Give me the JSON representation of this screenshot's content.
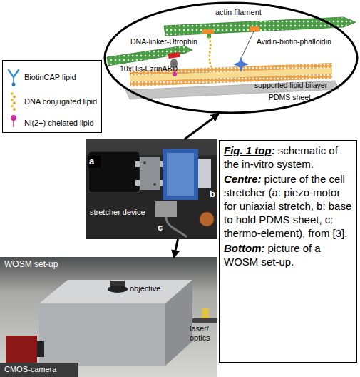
{
  "diagram": {
    "nodes": [
      {
        "text": [
          "actin filament",
          "DNA-linker-Utrophin",
          "Avidin-biotin-phalloidin",
          "10xHis-EzrinABD",
          "supported lipid bilayer",
          "PDMS sheet"
        ]
      },
      {
        "text": [
          "Fig. 1 top",
          ":",
          "schematic of the in-vitro system.",
          "Centre:",
          "picture of the cell stretcher (a: piezo-motor for uniaxial stretch, b: base to hold PDMS sheet, c: thermo-element), from [3].",
          "Bottom:",
          "picture of a WOSM set-up."
        ]
      },
      {
        "text": [
          "a",
          "b",
          "c",
          "stretcher device"
        ]
      },
      {
        "text": [
          "WOSM set-up",
          "objective",
          "laser/ optics",
          "CMOS-camera"
        ]
      }
    ],
    "edges": [
      {
        "from": 2,
        "to": 0,
        "arrow": "to"
      },
      {
        "from": 2,
        "to": 3,
        "arrow": "to"
      }
    ],
    "legend": [
      {
        "text": "BiotinCAP lipid"
      },
      {
        "text": "DNA conjugated lipid"
      },
      {
        "text": "Ni(2+) chelated lipid"
      }
    ]
  }
}
